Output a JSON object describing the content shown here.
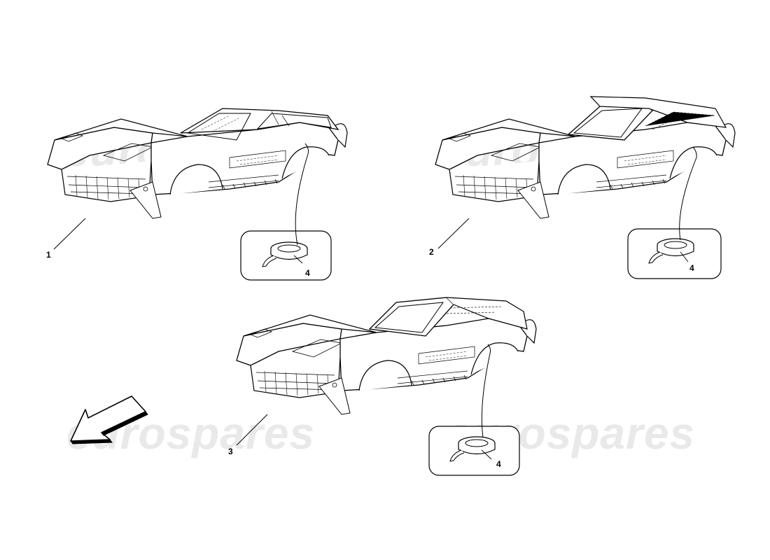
{
  "diagram": {
    "watermark_text": "eurospares",
    "callouts": {
      "item1": "1",
      "item2": "2",
      "item3": "3",
      "item4a": "4",
      "item4b": "4",
      "item4c": "4"
    },
    "colors": {
      "line": "#000000",
      "watermark": "#e9e9e9",
      "background": "#ffffff"
    },
    "icons": {
      "direction_arrow": "arrow-down-left-icon",
      "tape_roll": "tape-roll-icon"
    }
  }
}
